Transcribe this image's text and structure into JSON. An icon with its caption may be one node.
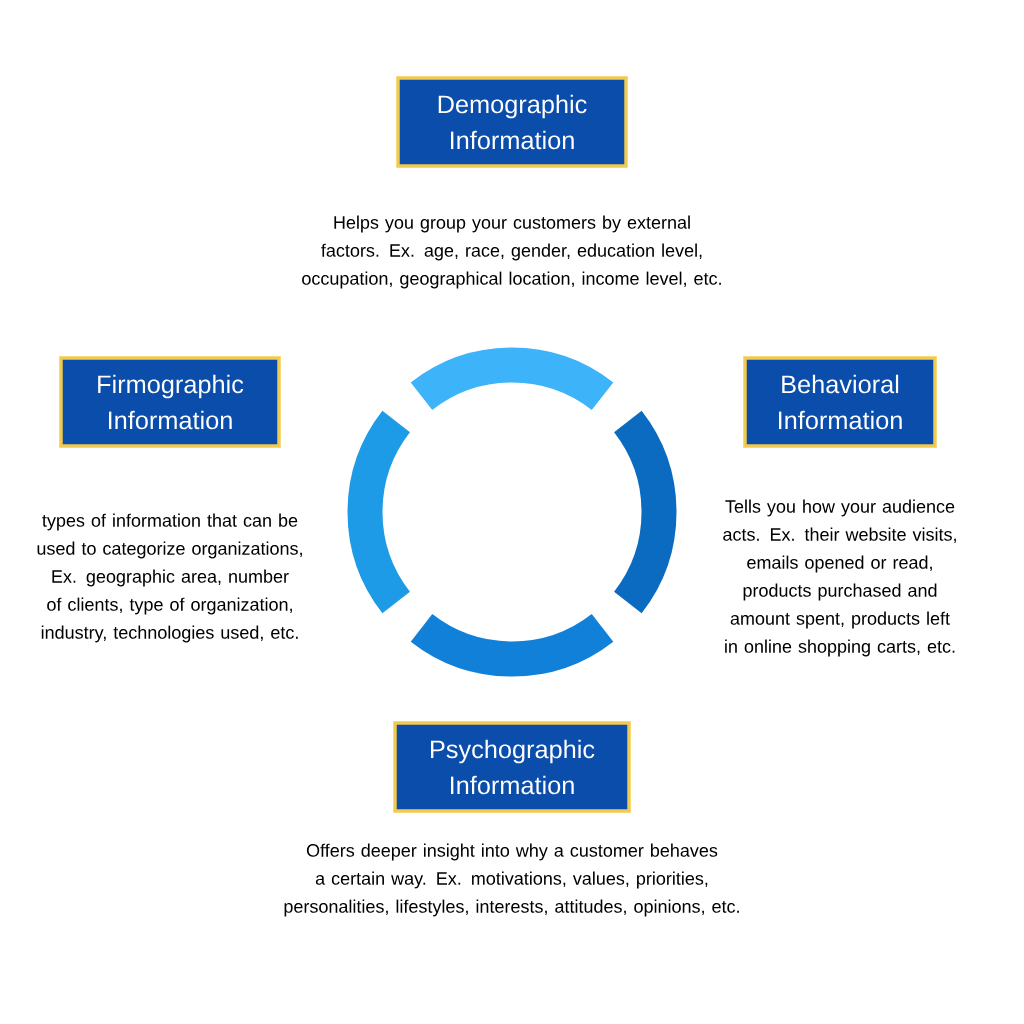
{
  "diagram": {
    "nodes": [
      {
        "text": [
          "Demographic Information"
        ],
        "beside": [
          "Helps you group your customers by external factors. Ex. age, race, gender, education level, occupation, geographical location, income level, etc."
        ]
      },
      {
        "text": [
          "Firmographic Information"
        ],
        "beside": [
          "types of information that can be used to categorize organizations, Ex. geographic area, number of clients, type of organization, industry, technologies used, etc."
        ]
      },
      {
        "text": [
          "Behavioral Information"
        ],
        "beside": [
          "Tells you how your audience acts. Ex. their website visits, emails opened or read, products purchased and amount spent, products left in online shopping carts, etc."
        ]
      },
      {
        "text": [
          "Psychographic Information"
        ],
        "beside": [
          "Offers deeper insight into why a customer behaves a certain way. Ex. motivations, values, priorities, personalities, lifestyles, interests, attitudes, opinions, etc."
        ]
      }
    ]
  }
}
